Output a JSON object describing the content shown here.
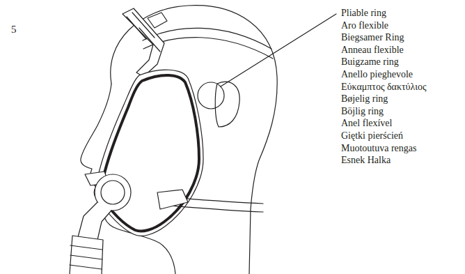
{
  "diagram": {
    "labels": [
      "5",
      "Pliable ring",
      "Aro flexible",
      "Biegsamer Ring",
      "Anneau flexible",
      "Buigzame ring",
      "Anello pieghevole",
      "Εύκαμπτος δακτύλιος",
      "Bøjelig ring",
      "Böjlig ring",
      "Anel flexível",
      "Giętki pierścień",
      "Muotoutuva rengas",
      "Esnek Halka"
    ]
  }
}
